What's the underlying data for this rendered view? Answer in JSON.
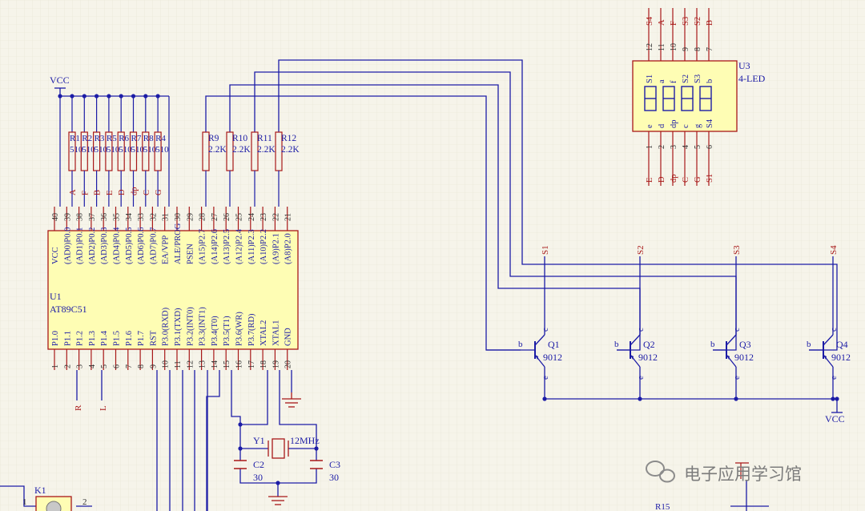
{
  "power": {
    "vcc_top": "VCC",
    "vcc_bottom": "VCC"
  },
  "resistor_pack": {
    "designators": [
      "R1",
      "R2",
      "R3",
      "R5",
      "R6",
      "R7",
      "R8",
      "R4"
    ],
    "values": [
      "510",
      "510",
      "510",
      "510",
      "510",
      "510",
      "510",
      "510"
    ],
    "nets": [
      "A",
      "F",
      "B",
      "E",
      "D",
      "dp",
      "C",
      "G"
    ]
  },
  "base_resistors": [
    {
      "ref": "R9",
      "value": "2.2K"
    },
    {
      "ref": "R10",
      "value": "2.2K"
    },
    {
      "ref": "R11",
      "value": "2.2K"
    },
    {
      "ref": "R12",
      "value": "2.2K"
    }
  ],
  "mcu": {
    "ref": "U1",
    "part": "AT89C51",
    "top_pins": [
      "40",
      "39",
      "38",
      "37",
      "36",
      "35",
      "34",
      "33",
      "32",
      "31",
      "30",
      "29",
      "28",
      "27",
      "26",
      "25",
      "24",
      "23",
      "22",
      "21"
    ],
    "top_labels": [
      "VCC",
      "(AD0)P0.0",
      "(AD1)P0.1",
      "(AD2)P0.2",
      "(AD3)P0.3",
      "(AD4)P0.4",
      "(AD5)P0.5",
      "(AD6)P0.6",
      "(AD7)P0.7",
      "EA/VPP",
      "ALE/PROG",
      "PSEN",
      "(A15)P2.7",
      "(A14)P2.6",
      "(A13)P2.5",
      "(A12)P2.4",
      "(A11)P2.3",
      "(A10)P2.2",
      "(A9)P2.1",
      "(A8)P2.0"
    ],
    "bottom_pins": [
      "1",
      "2",
      "3",
      "4",
      "5",
      "6",
      "7",
      "8",
      "9",
      "10",
      "11",
      "12",
      "13",
      "14",
      "15",
      "16",
      "17",
      "18",
      "19",
      "20"
    ],
    "bottom_labels": [
      "P1.0",
      "P1.1",
      "P1.2",
      "P1.3",
      "P1.4",
      "P1.5",
      "P1.6",
      "P1.7",
      "RST",
      "P3.0(RXD)",
      "P3.1(TXD)",
      "P3.2(INT0)",
      "P3.3(INT1)",
      "P3.4(T0)",
      "P3.5(T1)",
      "P3.6(WR)",
      "P3.7(RD)",
      "XTAL2",
      "XTAL1",
      "GND"
    ],
    "net_r": "R",
    "net_l": "L"
  },
  "display": {
    "ref": "U3",
    "part": "4-LED",
    "top_pins": [
      "12",
      "11",
      "10",
      "9",
      "8",
      "7"
    ],
    "top_nets": [
      "S4",
      "A",
      "F",
      "S3",
      "S2",
      "B"
    ],
    "top_inner": [
      "S1",
      "a",
      "f",
      "S2",
      "S3",
      "b"
    ],
    "bottom_pins": [
      "1",
      "2",
      "3",
      "4",
      "5",
      "6"
    ],
    "bottom_nets": [
      "E",
      "D",
      "dp",
      "C",
      "G",
      "S1"
    ],
    "bottom_inner": [
      "e",
      "d",
      "dp",
      "c",
      "g",
      "S4"
    ]
  },
  "transistors": [
    {
      "ref": "Q1",
      "part": "9012",
      "net": "S1"
    },
    {
      "ref": "Q2",
      "part": "9012",
      "net": "S2"
    },
    {
      "ref": "Q3",
      "part": "9012",
      "net": "S3"
    },
    {
      "ref": "Q4",
      "part": "9012",
      "net": "S4"
    }
  ],
  "transistor_pin_labels": {
    "base": "b",
    "collector": "c",
    "emitter": "e"
  },
  "crystal": {
    "ref": "Y1",
    "value": "12MHz"
  },
  "capacitors": [
    {
      "ref": "C2",
      "value": "30"
    },
    {
      "ref": "C3",
      "value": "30"
    }
  ],
  "switch": {
    "ref": "K1",
    "pin1": "1",
    "pin2": "2"
  },
  "partial": {
    "r15": "R15"
  },
  "watermark": {
    "text": "电子应用学习馆"
  },
  "colors": {
    "wire": "#1c1ca6",
    "component": "#a81818",
    "pin_number": "#333333",
    "chip_fill": "#fefdb4",
    "background": "#f6f4ea",
    "grid": "#e6e2d2"
  }
}
